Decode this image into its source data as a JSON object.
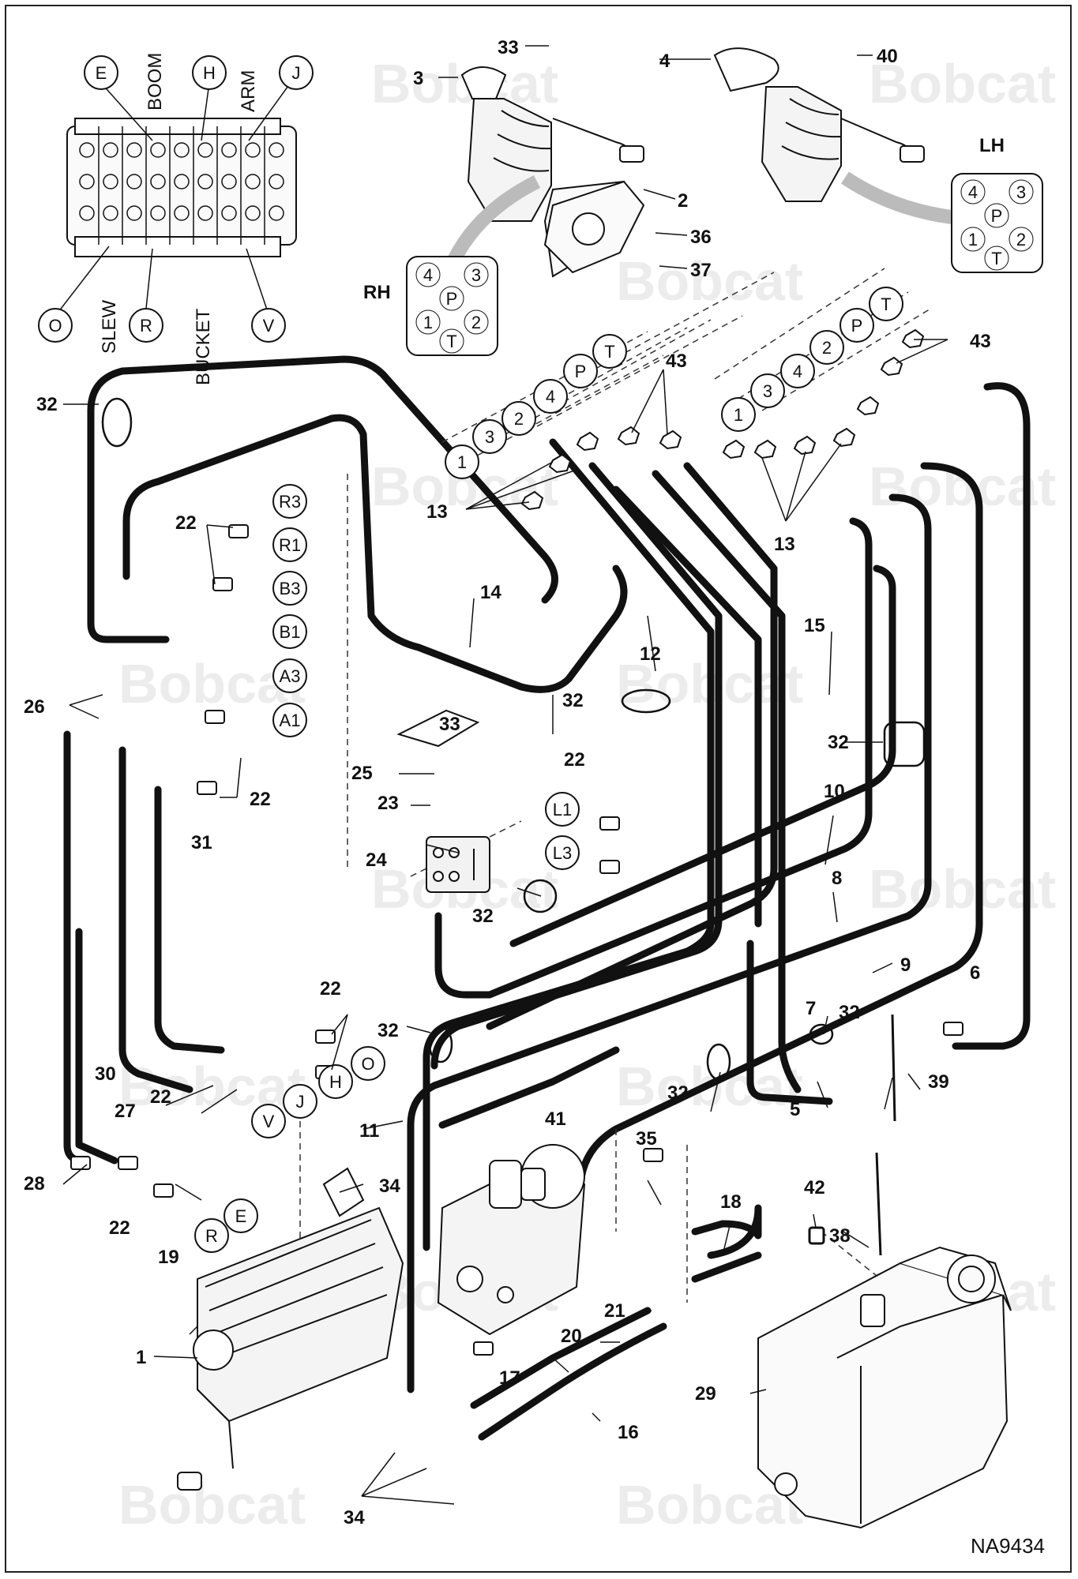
{
  "figure_id": "NA9434",
  "watermark": "Bobcat",
  "colors": {
    "line": "#111111",
    "watermark": "#ececec",
    "leader": "#555555"
  },
  "valve_labels": {
    "boom": "BOOM",
    "arm": "ARM",
    "slew": "SLEW",
    "bucket": "BUCKET"
  },
  "valve_ports_top": [
    "E",
    "H",
    "J"
  ],
  "valve_ports_bottom": [
    "O",
    "R",
    "V"
  ],
  "joystick_labels": {
    "right": "RH",
    "left": "LH"
  },
  "pin_labels": [
    "4",
    "3",
    "P",
    "1",
    "2",
    "T"
  ],
  "callouts": {
    "c1": "1",
    "c2": "2",
    "c3": "3",
    "c4": "4",
    "c5": "5",
    "c6": "6",
    "c7": "7",
    "c8": "8",
    "c9": "9",
    "c10": "10",
    "c11": "11",
    "c12": "12",
    "c13a": "13",
    "c13b": "13",
    "c14": "14",
    "c15": "15",
    "c16": "16",
    "c17": "17",
    "c18": "18",
    "c19": "19",
    "c20": "20",
    "c21": "21",
    "c22a": "22",
    "c22b": "22",
    "c22c": "22",
    "c22d": "22",
    "c22e": "22",
    "c22f": "22",
    "c23": "23",
    "c24": "24",
    "c25": "25",
    "c26": "26",
    "c27": "27",
    "c28": "28",
    "c29": "29",
    "c30": "30",
    "c31": "31",
    "c32a": "32",
    "c32b": "32",
    "c32c": "32",
    "c32d": "32",
    "c32e": "32",
    "c32f": "32",
    "c32g": "32",
    "c33a": "33",
    "c33b": "33",
    "c34a": "34",
    "c34b": "34",
    "c35": "35",
    "c36": "36",
    "c37": "37",
    "c38": "38",
    "c39": "39",
    "c40": "40",
    "c41": "41",
    "c42": "42",
    "c43a": "43",
    "c43b": "43"
  },
  "port_circles": {
    "rh_group": [
      "1",
      "3",
      "2",
      "4",
      "P",
      "T"
    ],
    "lh_group": [
      "1",
      "3",
      "4",
      "2",
      "P",
      "T"
    ],
    "left_stack": [
      "R3",
      "R1",
      "B3",
      "B1",
      "A3",
      "A1"
    ],
    "l_ports": [
      "L1",
      "L3"
    ],
    "lower_mid": [
      "O",
      "H",
      "J",
      "V"
    ],
    "lower_left": [
      "E",
      "R"
    ]
  }
}
